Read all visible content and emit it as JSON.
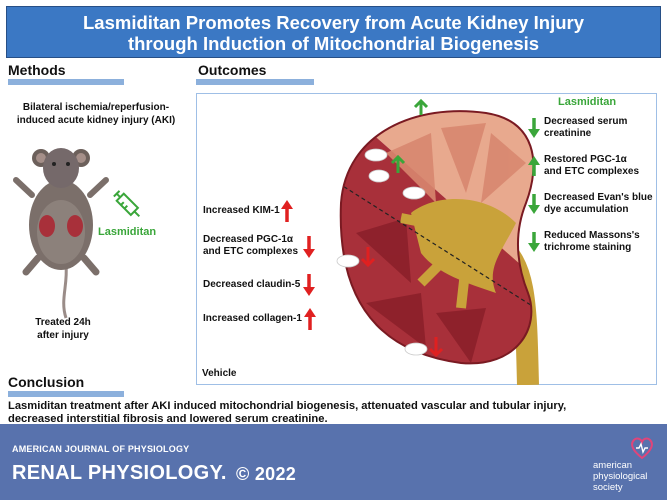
{
  "title": {
    "line1": "Lasmiditan Promotes Recovery from Acute Kidney Injury",
    "line2": "through Induction of Mitochondrial Biogenesis"
  },
  "methods": {
    "heading": "Methods",
    "model_line1": "Bilateral ischemia/reperfusion-",
    "model_line2": "induced acute kidney injury (AKI)",
    "drug_label": "Lasmiditan",
    "treated_line1": "Treated 24h",
    "treated_line2": "after injury"
  },
  "outcomes": {
    "heading": "Outcomes",
    "lasmiditan_label": "Lasmiditan",
    "vehicle_label": "Vehicle",
    "lasmiditan_items": [
      {
        "line1": "Decreased serum",
        "line2": "creatinine",
        "direction": "down"
      },
      {
        "line1": "Restored PGC-1α",
        "line2": "and ETC complexes",
        "direction": "up"
      },
      {
        "line1": "Decreased Evan's blue",
        "line2": "dye accumulation",
        "direction": "down"
      },
      {
        "line1": "Reduced Massons's",
        "line2": "trichrome staining",
        "direction": "down"
      }
    ],
    "vehicle_items": [
      {
        "line1": "Increased KIM-1",
        "line2": "",
        "direction": "up"
      },
      {
        "line1": "Decreased PGC-1α",
        "line2": "and ETC complexes",
        "direction": "down"
      },
      {
        "line1": "Decreased claudin-5",
        "line2": "",
        "direction": "down"
      },
      {
        "line1": "Increased collagen-1",
        "line2": "",
        "direction": "up"
      }
    ]
  },
  "conclusion": {
    "heading": "Conclusion",
    "line1": "Lasmiditan treatment after AKI induced mitochondrial biogenesis, attenuated vascular and tubular injury,",
    "line2": "decreased interstitial fibrosis and lowered serum creatinine."
  },
  "footer": {
    "journal_small": "AMERICAN JOURNAL OF PHYSIOLOGY",
    "journal_big": "RENAL PHYSIOLOGY.",
    "copyright": "© 2022",
    "society_line1": "american",
    "society_line2": "physiological",
    "society_line3": "society"
  },
  "colors": {
    "title_bg": "#3b78c4",
    "section_line": "#8cb0dc",
    "lasmiditan_green": "#3aa63a",
    "vehicle_red": "#e02020",
    "footer_bg": "#5872ad",
    "kidney_pink": "#e8a98e",
    "kidney_red": "#a8303a",
    "ureter": "#c9a23a"
  },
  "icons": [
    "mouse-icon",
    "syringe-icon",
    "kidney-illustration",
    "aps-logo-icon"
  ]
}
